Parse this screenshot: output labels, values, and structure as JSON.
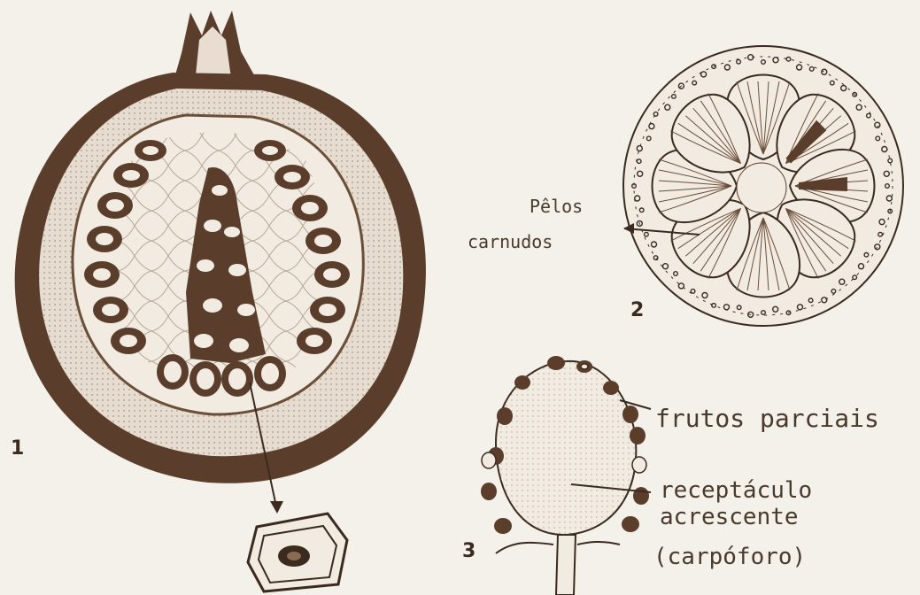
{
  "figure1": {
    "number": "1"
  },
  "figure2": {
    "number": "2",
    "label_line1": "Pêlos",
    "label_line2": "carnudos"
  },
  "figure3": {
    "number": "3",
    "label_partial_fruits": "frutos parciais",
    "label_receptacle_line1": "receptáculo",
    "label_receptacle_line2": "acrescente",
    "label_receptacle_line3": "(carpóforo)"
  },
  "colors": {
    "ink": "#5a3e2b",
    "paper": "#f4f1ea",
    "dark": "#3b2b1f"
  }
}
